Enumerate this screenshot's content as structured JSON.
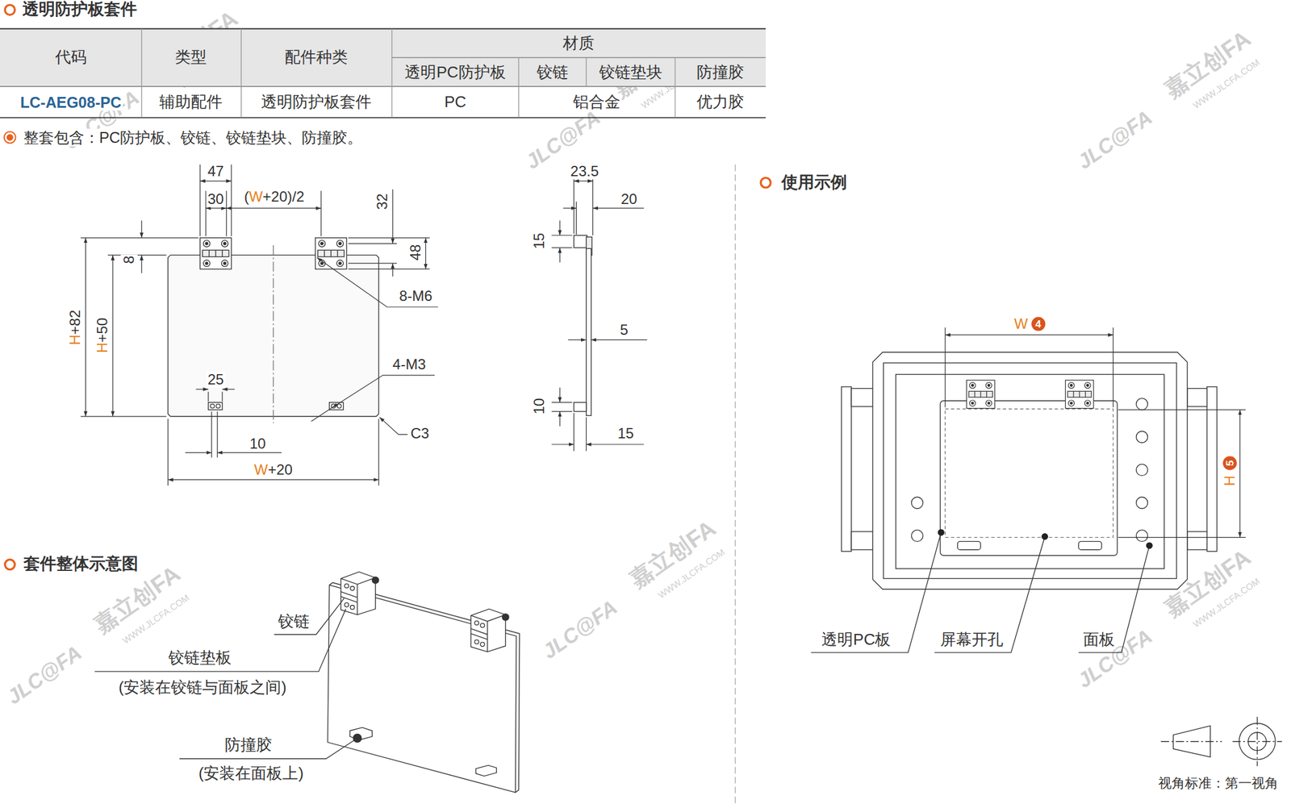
{
  "diagram": {
    "title": "透明防护板套件",
    "labels": [
      "代码",
      "类型",
      "配件种类",
      "材质",
      "透明PC防护板",
      "铰链",
      "铰链垫块",
      "防撞胶",
      "LC-AEG08-PC",
      "辅助配件",
      "透明防护板套件",
      "PC",
      "铝合金",
      "优力胶",
      "整套包含：PC防护板、铰链、铰链垫块、防撞胶。",
      "47",
      "30",
      "(W+20)/2",
      "32",
      "48",
      "8",
      "8-M6",
      "H+82",
      "H+50",
      "4-M3",
      "25",
      "10",
      "C3",
      "W+20",
      "23.5",
      "20",
      "15",
      "5",
      "10",
      "15",
      "使用示例",
      "W",
      "4",
      "H",
      "5",
      "透明PC板",
      "屏幕开孔",
      "面板",
      "套件整体示意图",
      "铰链",
      "铰链垫板",
      "(安装在铰链与面板之间)",
      "防撞胶",
      "(安装在面板上)",
      "视角标准：第一视角",
      "JLC@FA",
      "嘉立创FA",
      "WWW.JLCFA.COM",
      "JLC@FA",
      "嘉立创FA",
      "WWW.JLCFA.COM",
      "JLC@FA",
      "嘉立创FA",
      "WWW.JLCFA.COM",
      "JLC@FA",
      "嘉立创FA",
      "WWW.JLCFA.COM",
      "JLC@FA",
      "嘉立创FA",
      "WWW.JLCFA.COM",
      "JLC@FA",
      "嘉立创FA",
      "WWW.JLCFA.COM"
    ]
  }
}
